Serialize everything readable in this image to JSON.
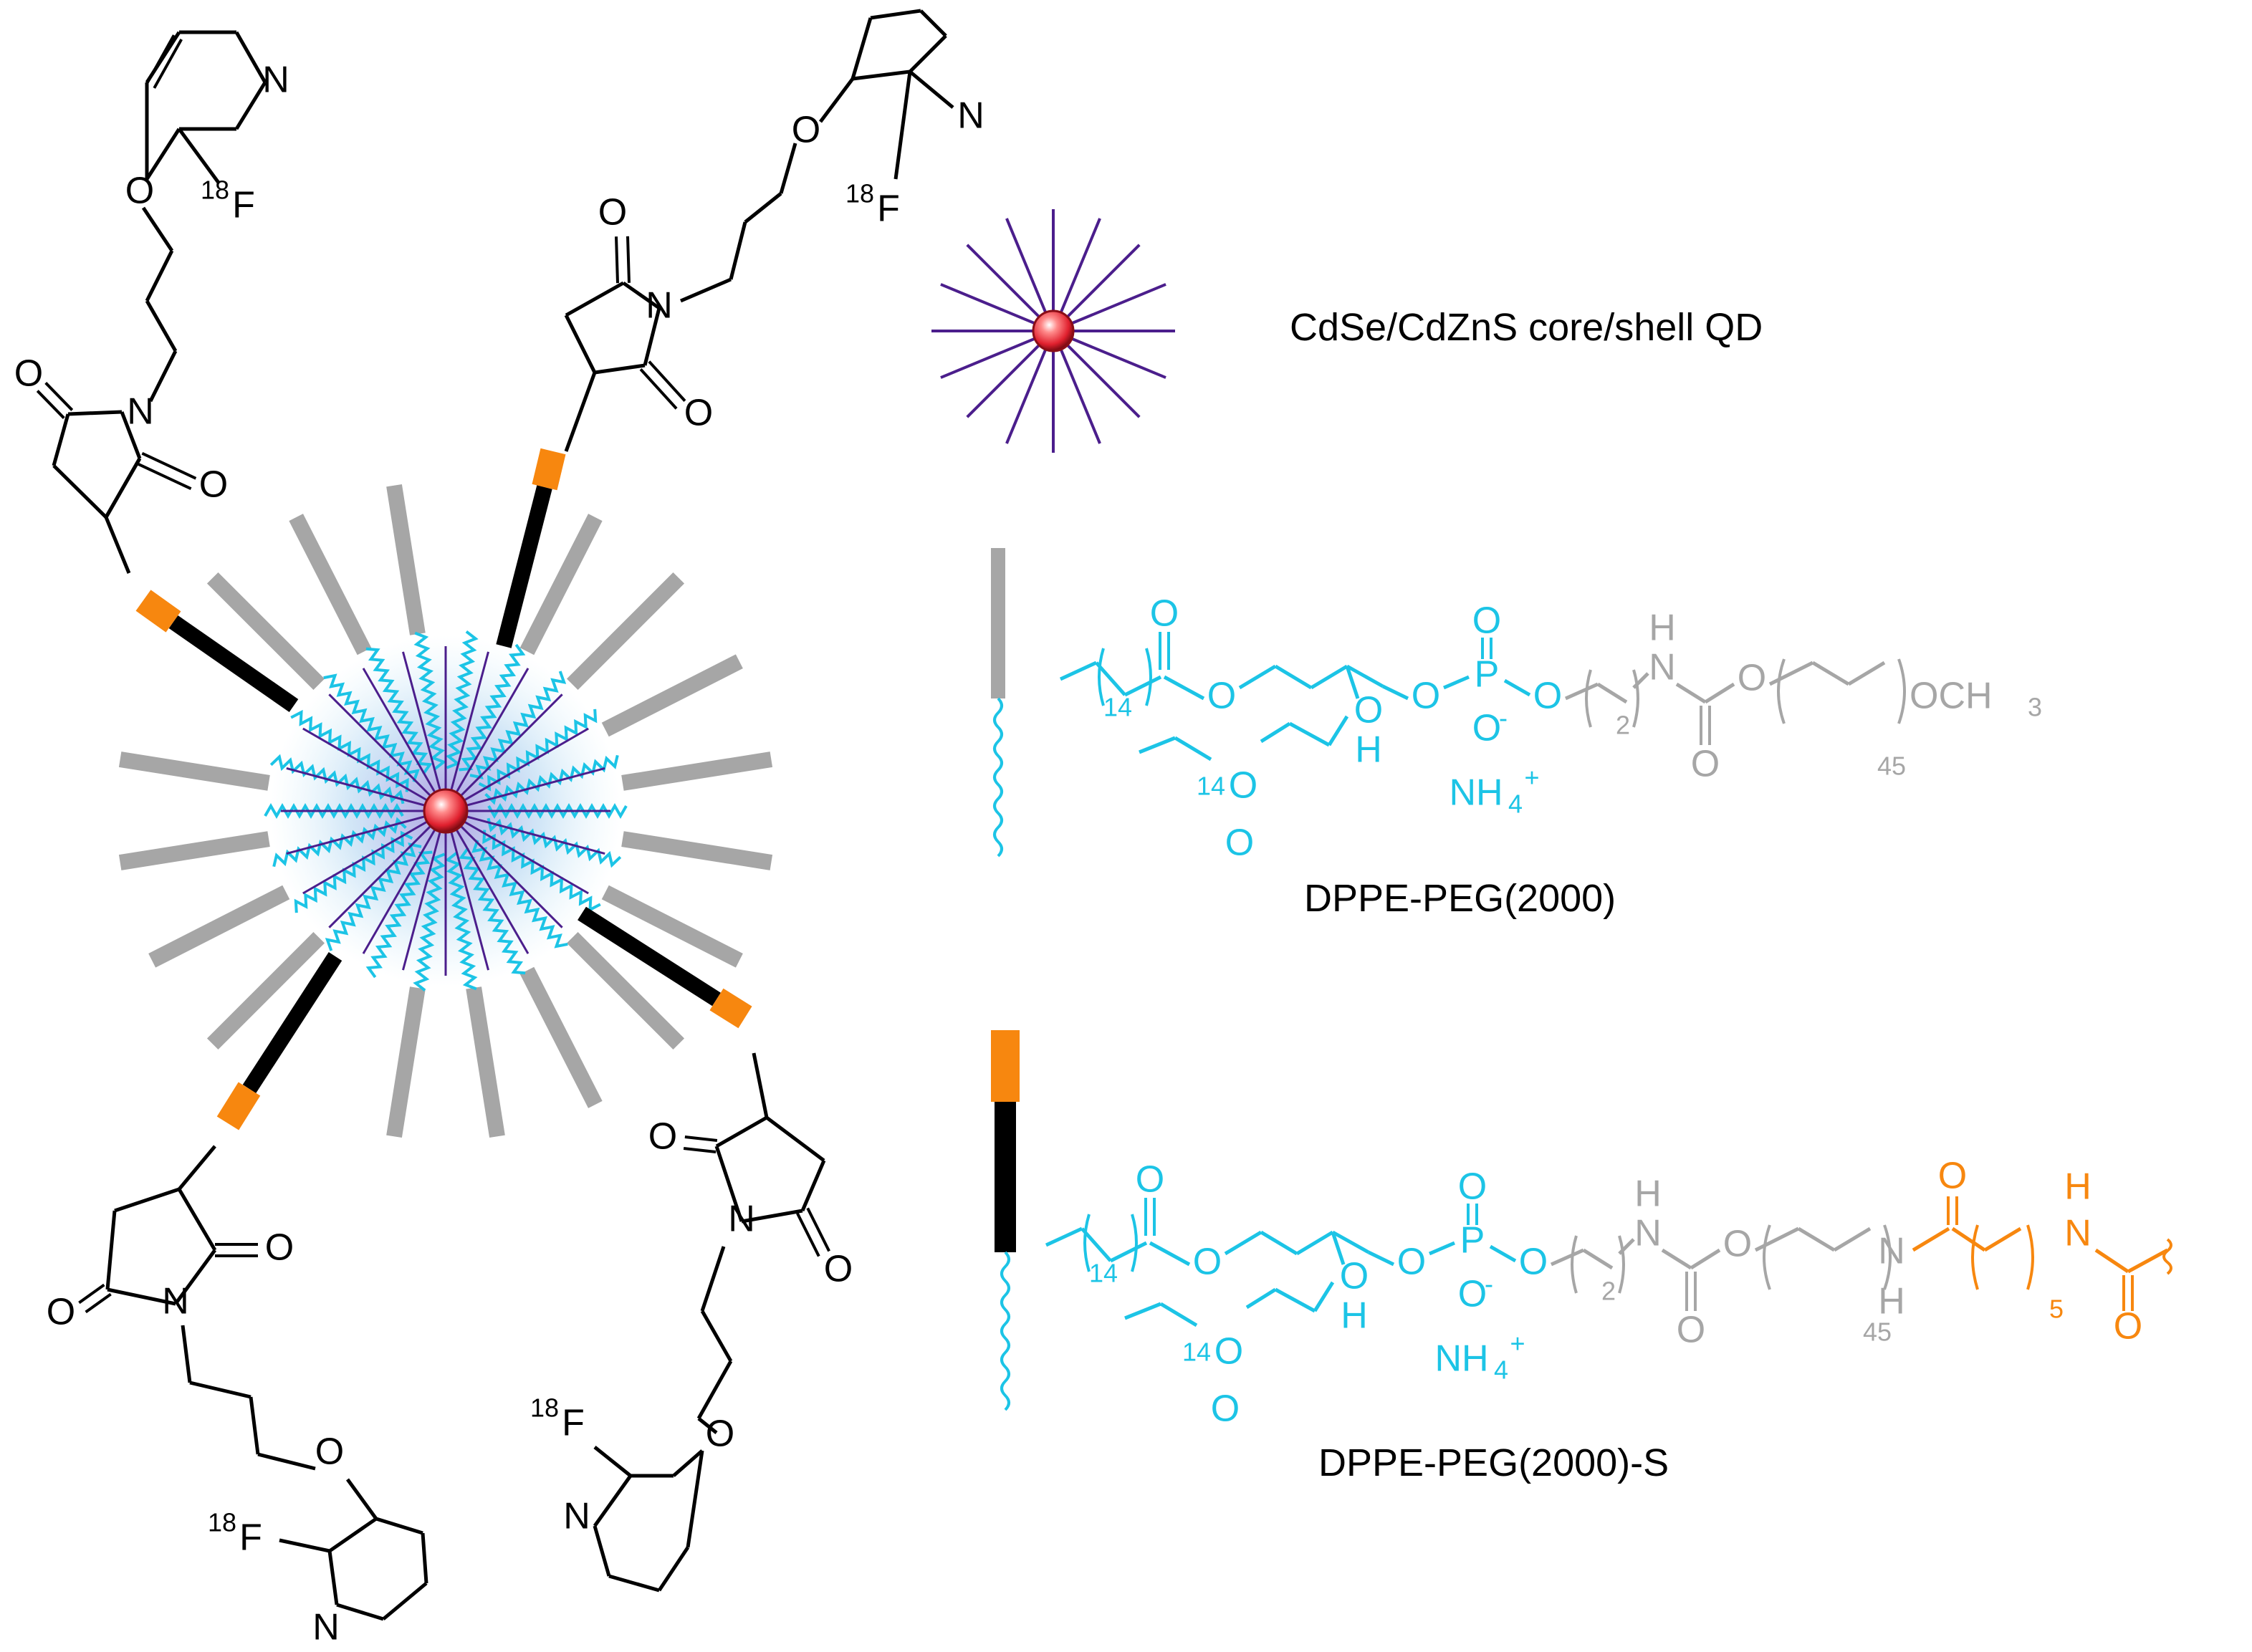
{
  "colors": {
    "lipid": "#1cc4e6",
    "peg": "#a6a6a6",
    "linker": "#f7870f",
    "bond": "#000000",
    "qd_ligand": "#4b1e8c",
    "qd_core": "#e0202e"
  },
  "legend": {
    "qd_label": "CdSe/CdZnS core/shell QD",
    "dppe_peg_label": "DPPE-PEG(2000)",
    "dppe_peg_s_label": "DPPE-PEG(2000)-S"
  },
  "atoms": {
    "O": "O",
    "N": "N",
    "P": "P",
    "H": "H",
    "F": "F",
    "NH4": "NH",
    "OCH3": "OCH",
    "isotope": "18",
    "n14": "14",
    "n2": "2",
    "n45": "45",
    "n5": "5",
    "n3": "3",
    "n4": "4",
    "minus": "-",
    "plus": "+"
  }
}
